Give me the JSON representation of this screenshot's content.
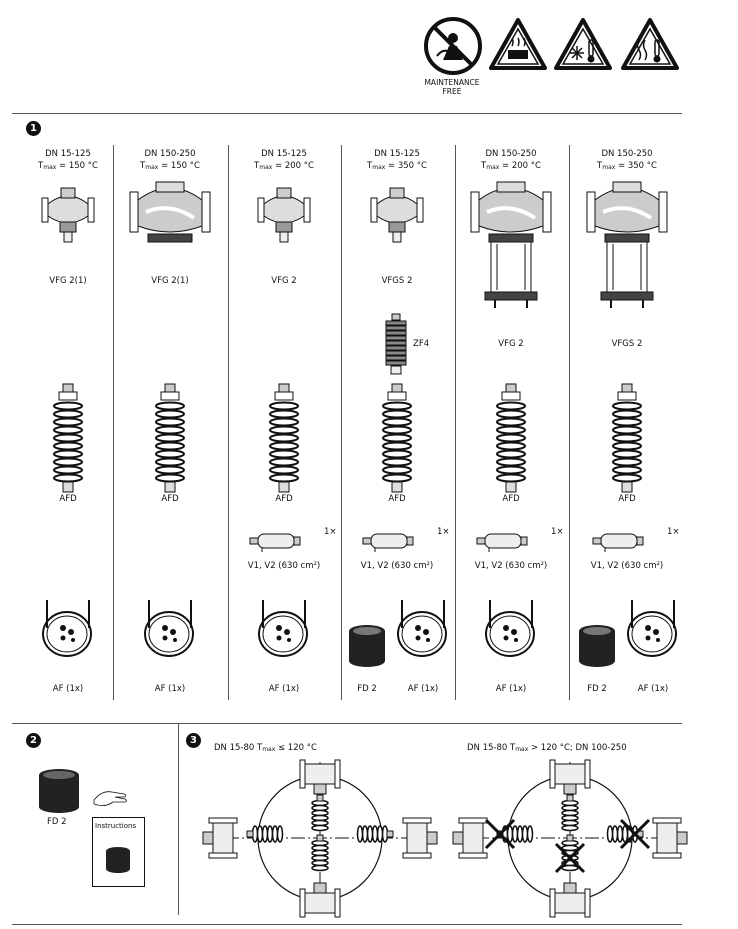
{
  "header": {
    "maintenance_label_1": "MAINTENANCE",
    "maintenance_label_2": "FREE",
    "icons": [
      "no-maintenance-icon",
      "warning-hot-surface-icon",
      "warning-frost-thermometer-icon",
      "warning-heat-thermometer-icon"
    ]
  },
  "section1": {
    "number": "1",
    "columns": [
      {
        "dn": "DN 15-125",
        "t": "150 °C",
        "valve": "VFG 2(1)",
        "afd": "AFD",
        "af": "AF (1x)"
      },
      {
        "dn": "DN 150-250",
        "t": "150 °C",
        "valve": "VFG 2(1)",
        "afd": "AFD",
        "af": "AF (1x)"
      },
      {
        "dn": "DN 15-125",
        "t": "200 °C",
        "valve": "VFG 2",
        "afd": "AFD",
        "tank": "V1, V2 (630 cm²)",
        "qty": "1×",
        "af": "AF (1x)"
      },
      {
        "dn": "DN 15-125",
        "t": "350 °C",
        "valve": "VFGS 2",
        "zf": "ZF4",
        "afd": "AFD",
        "tank": "V1, V2 (630 cm²)",
        "qty": "1×",
        "fd": "FD 2",
        "af": "AF (1x)"
      },
      {
        "dn": "DN 150-250",
        "t": "200 °C",
        "valve": "VFG 2",
        "afd": "AFD",
        "tank": "V1, V2 (630 cm²)",
        "qty": "1×",
        "af": "AF (1x)"
      },
      {
        "dn": "DN 150-250",
        "t": "350 °C",
        "valve": "VFGS 2",
        "afd": "AFD",
        "tank": "V1, V2 (630 cm²)",
        "qty": "1×",
        "fd": "FD 2",
        "af": "AF (1x)"
      }
    ],
    "tmax_prefix": "T",
    "tmax_sub": "max",
    "tmax_eq": " = "
  },
  "section2": {
    "number": "2",
    "fd": "FD 2",
    "instructions": "Instructions"
  },
  "section3": {
    "number": "3",
    "left_label_a": "DN 15-80 T",
    "left_label_b": "max",
    "left_label_c": " ≤ 120 °C",
    "right_label_a": "DN 15-80 T",
    "right_label_b": "max",
    "right_label_c": " > 120 °C; DN 100-250"
  }
}
